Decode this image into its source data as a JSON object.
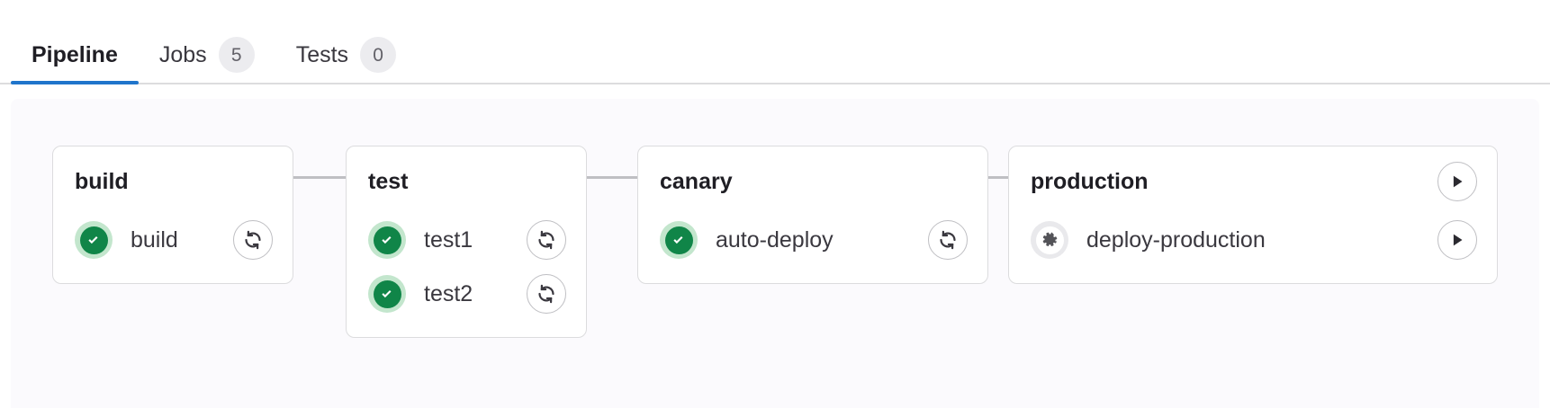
{
  "tabs": [
    {
      "label": "Pipeline",
      "badge": null,
      "active": true,
      "name": "tab-pipeline"
    },
    {
      "label": "Jobs",
      "badge": "5",
      "active": false,
      "name": "tab-jobs"
    },
    {
      "label": "Tests",
      "badge": "0",
      "active": false,
      "name": "tab-tests"
    }
  ],
  "colors": {
    "accent": "#1f75cb",
    "success": "#108548",
    "success_halo": "#c3e6cd",
    "manual": "#535358",
    "manual_halo": "#e9e9ec",
    "panel_bg": "#fbfafd",
    "card_border": "#dcdcde",
    "connector": "#bfbfc3"
  },
  "pipeline": {
    "stages": [
      {
        "name": "build",
        "action": null,
        "jobs": [
          {
            "name": "build",
            "status": "success",
            "status_icon": "check-circle-icon",
            "action": "retry",
            "action_icon": "retry-icon"
          }
        ]
      },
      {
        "name": "test",
        "action": null,
        "jobs": [
          {
            "name": "test1",
            "status": "success",
            "status_icon": "check-circle-icon",
            "action": "retry",
            "action_icon": "retry-icon"
          },
          {
            "name": "test2",
            "status": "success",
            "status_icon": "check-circle-icon",
            "action": "retry",
            "action_icon": "retry-icon"
          }
        ]
      },
      {
        "name": "canary",
        "action": null,
        "jobs": [
          {
            "name": "auto-deploy",
            "status": "success",
            "status_icon": "check-circle-icon",
            "action": "retry",
            "action_icon": "retry-icon"
          }
        ]
      },
      {
        "name": "production",
        "action": "play",
        "action_icon": "play-icon",
        "jobs": [
          {
            "name": "deploy-production",
            "status": "manual",
            "status_icon": "gear-icon",
            "action": "play",
            "action_icon": "play-icon"
          }
        ]
      }
    ]
  }
}
